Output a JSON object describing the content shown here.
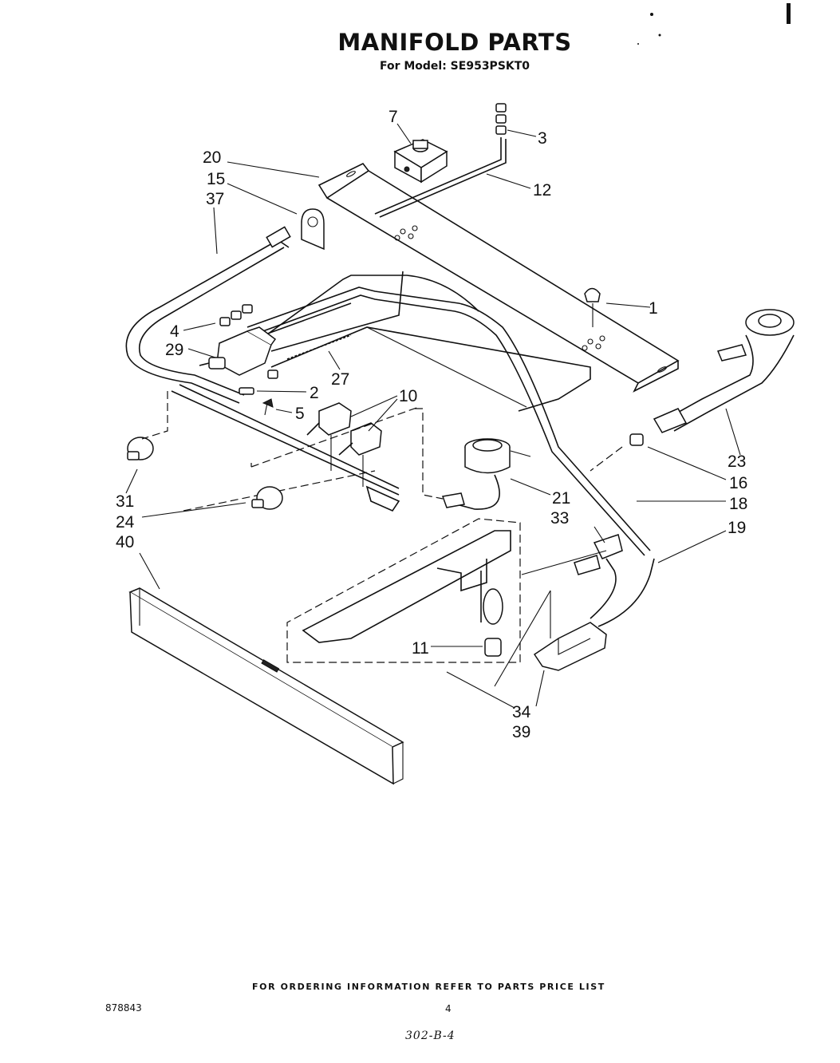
{
  "page": {
    "title": "MANIFOLD PARTS",
    "subtitle": "For Model: SE953PSKT0",
    "footer_note": "FOR ORDERING INFORMATION REFER TO PARTS PRICE LIST",
    "doc_number": "878843",
    "page_number": "4",
    "handwritten_note": "302-B-4"
  },
  "callouts": [
    "7",
    "3",
    "20",
    "15",
    "37",
    "12",
    "1",
    "4",
    "29",
    "27",
    "2",
    "5",
    "10",
    "23",
    "16",
    "18",
    "19",
    "31",
    "24",
    "21",
    "33",
    "40",
    "11",
    "34",
    "39"
  ]
}
